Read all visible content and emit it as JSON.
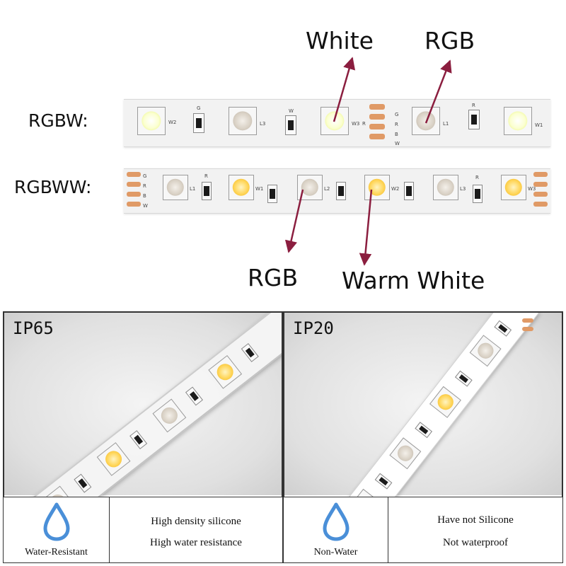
{
  "colors": {
    "arrow": "#8b1e3f",
    "water_drop": "#4a8fd8",
    "pad": "#e09a66",
    "white_led": "#fbffd0",
    "warm_led": "#ffd65a",
    "rgb_led": "#d8d0c4"
  },
  "rows": [
    {
      "label": "RGBW:"
    },
    {
      "label": "RGBWW:"
    }
  ],
  "callouts": {
    "white": "White",
    "rgb_top": "RGB",
    "rgb_bottom": "RGB",
    "warm_white": "Warm White"
  },
  "silkscreen": {
    "rgbw": [
      "W2",
      "G",
      "L3",
      "W",
      "W3",
      "R",
      "L1",
      "R",
      "W1",
      "G",
      "R",
      "B",
      "W"
    ],
    "rgbww": [
      "G",
      "R",
      "B",
      "W",
      "L1",
      "R",
      "W1",
      "L2",
      "W2",
      "R",
      "L3",
      "W3"
    ]
  },
  "panels": [
    {
      "title": "IP65",
      "icon": "water-drop-icon",
      "caption": "Water-Resistant",
      "lines": [
        "High density silicone",
        "High water resistance"
      ]
    },
    {
      "title": "IP20",
      "icon": "water-drop-icon",
      "caption": "Non-Water",
      "lines": [
        "Have not Silicone",
        "Not waterproof"
      ]
    }
  ]
}
